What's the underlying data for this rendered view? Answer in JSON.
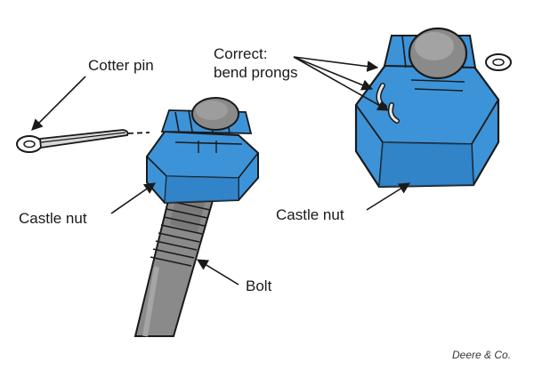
{
  "labels": {
    "cotter_pin": "Cotter pin",
    "castle_nut_left": "Castle nut",
    "bolt": "Bolt",
    "correct_line1": "Correct:",
    "correct_line2": "bend prongs",
    "castle_nut_right": "Castle nut"
  },
  "credit": "Deere & Co.",
  "colors": {
    "nut_blue": "#3d93d8",
    "nut_blue_dark": "#2a78bd",
    "bolt_gray": "#8a8a8a",
    "bolt_gray_dark": "#5e5e5e",
    "outline": "#1a1a1a"
  },
  "icons": [
    "cotter-pin-icon",
    "castle-nut-icon",
    "bolt-icon",
    "bent-cotter-pin-icon"
  ]
}
